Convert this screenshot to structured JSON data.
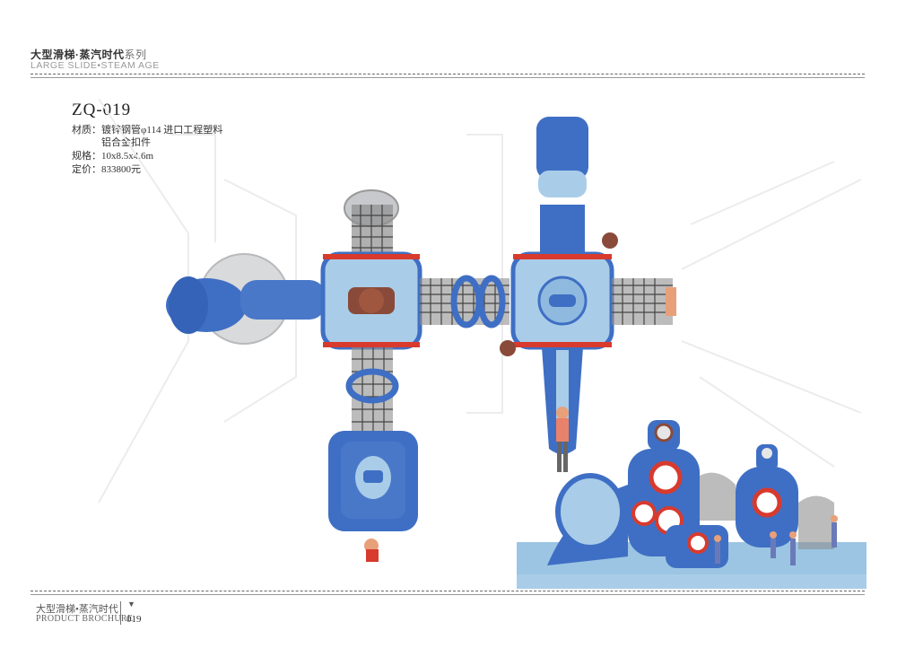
{
  "header": {
    "title_cn_a": "大型滑梯·",
    "title_cn_b": "蒸汽时代",
    "title_cn_c": "系列",
    "title_en": "LARGE SLIDE•STEAM AGE"
  },
  "product": {
    "model": "ZQ-019",
    "material_line1": "材质：镀锌钢管φ114   进口工程塑料",
    "material_line2": "铝合金扣件",
    "size": "规格：10x8.5x4.6m",
    "price": "定价：833800元"
  },
  "footer": {
    "title_cn": "大型滑梯•蒸汽时代",
    "title_en": "PRODUCT BROCHURE",
    "marker": "▼",
    "page": "019"
  },
  "colors": {
    "blue": "#3f6fc4",
    "light_blue": "#a9cde8",
    "red": "#d83a2e",
    "brown": "#8a4a3a",
    "grey": "#c7c9cc"
  }
}
